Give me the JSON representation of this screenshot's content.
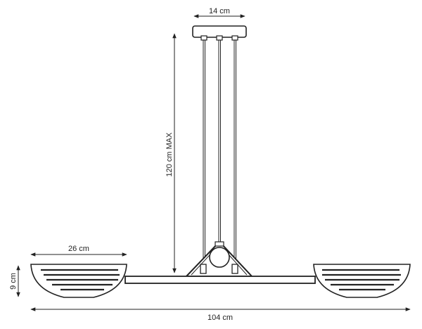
{
  "dimensions": {
    "canopy_width": "14 cm",
    "max_height": "120 cm MAX",
    "shade_width": "26 cm",
    "shade_height": "9 cm",
    "total_width": "104 cm"
  }
}
